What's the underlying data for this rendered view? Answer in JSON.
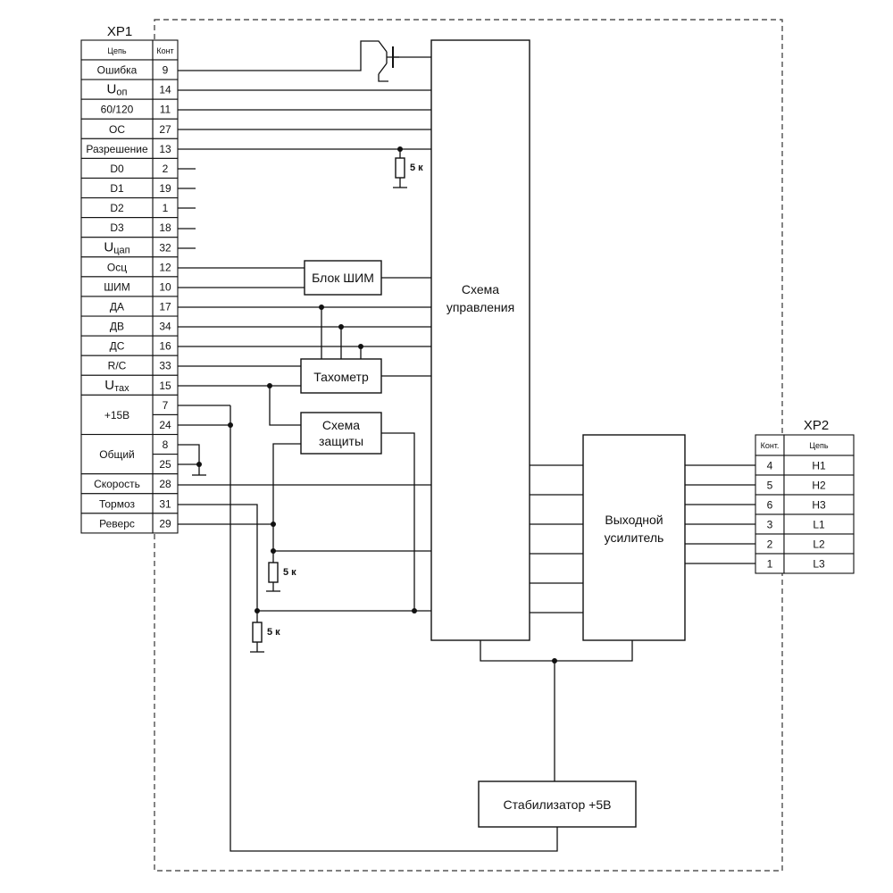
{
  "xp1": {
    "title": "ХР1",
    "header": {
      "circuit": "Цепь",
      "contact": "Конт"
    },
    "rows": [
      {
        "name": "Ошибка",
        "pin": "9"
      },
      {
        "name": "Uоп",
        "main": "U",
        "sub": "оп",
        "pin": "14"
      },
      {
        "name": "60/120",
        "pin": "11"
      },
      {
        "name": "ОС",
        "pin": "27"
      },
      {
        "name": "Разрешение",
        "pin": "13"
      },
      {
        "name": "D0",
        "pin": "2"
      },
      {
        "name": "D1",
        "pin": "19"
      },
      {
        "name": "D2",
        "pin": "1"
      },
      {
        "name": "D3",
        "pin": "18"
      },
      {
        "name": "Uцап",
        "main": "U",
        "sub": "цап",
        "pin": "32"
      },
      {
        "name": "Осц",
        "pin": "12"
      },
      {
        "name": "ШИМ",
        "pin": "10"
      },
      {
        "name": "ДА",
        "pin": "17"
      },
      {
        "name": "ДВ",
        "pin": "34"
      },
      {
        "name": "ДС",
        "pin": "16"
      },
      {
        "name": "R/C",
        "pin": "33"
      },
      {
        "name": "Uтах",
        "main": "U",
        "sub": "тах",
        "pin": "15"
      },
      {
        "name": "+15В",
        "pin": "7"
      },
      {
        "name": "",
        "pin": "24"
      },
      {
        "name": "Общий",
        "pin": "8"
      },
      {
        "name": "",
        "pin": "25"
      },
      {
        "name": "Скорость",
        "pin": "28"
      },
      {
        "name": "Тормоз",
        "pin": "31"
      },
      {
        "name": "Реверс",
        "pin": "29"
      }
    ]
  },
  "xp2": {
    "title": "ХР2",
    "header": {
      "contact": "Конт.",
      "circuit": "Цепь"
    },
    "rows": [
      {
        "pin": "4",
        "name": "H1"
      },
      {
        "pin": "5",
        "name": "H2"
      },
      {
        "pin": "6",
        "name": "H3"
      },
      {
        "pin": "3",
        "name": "L1"
      },
      {
        "pin": "2",
        "name": "L2"
      },
      {
        "pin": "1",
        "name": "L3"
      }
    ]
  },
  "blocks": {
    "pwm": "Блок ШИМ",
    "control": [
      "Схема",
      "управления"
    ],
    "tachometer": "Тахометр",
    "protection": [
      "Схема",
      "защиты"
    ],
    "amplifier": [
      "Выходной",
      "усилитель"
    ],
    "stabilizer": "Стабилизатор +5В"
  },
  "resistors": {
    "r1": "5 к",
    "r2": "5 к",
    "r3": "5 к"
  }
}
